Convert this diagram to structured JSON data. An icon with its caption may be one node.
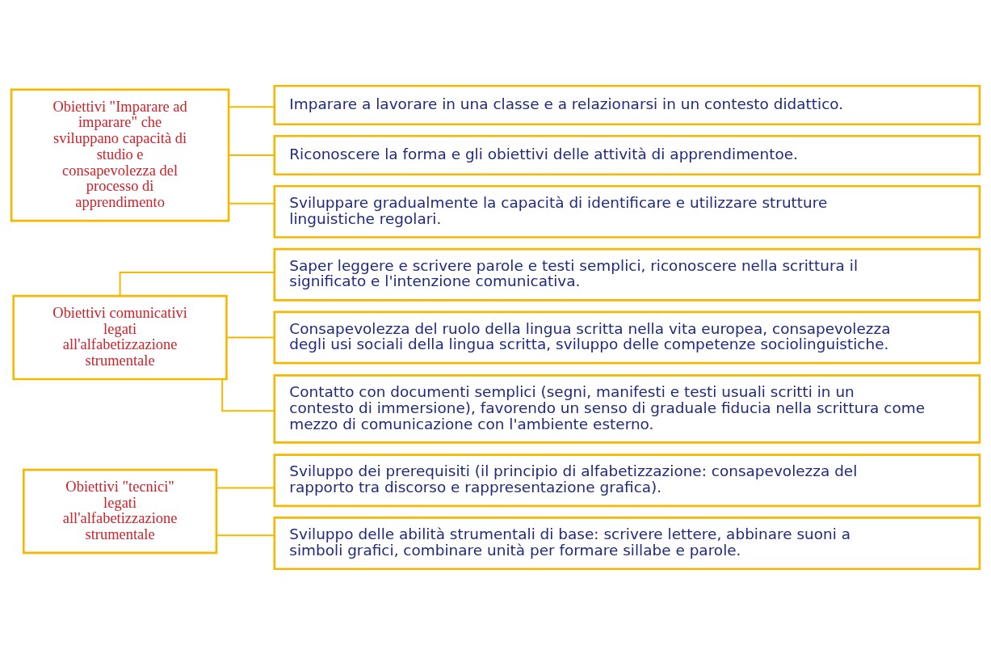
{
  "diagram": {
    "nodes": [
      {
        "text": [
          "Obiettivi \"tecnici\" legati all'alfabetizzazione strumentale"
        ]
      },
      {
        "text": [
          "Sviluppo dei prerequisiti (il principio di alfabetizzazione: consapevolezza del rapporto tra discorso e rappresentazione grafica)."
        ]
      },
      {
        "text": [
          "Sviluppo delle abilità strumentali di base: scrivere lettere, abbinare suoni a simboli grafici, combinare unità per formare sillabe e parole."
        ]
      },
      {
        "text": [
          "Obiettivi comunicativi legati all'alfabetizzazione strumentale"
        ]
      },
      {
        "text": [
          "Saper leggere e scrivere parole e testi semplici, riconoscere nella scrittura il significato e l'intenzione comunicativa."
        ]
      },
      {
        "text": [
          "Consapevolezza del ruolo della lingua scritta nella vita europea, consapevolezza degli usi sociali della lingua scritta, sviluppo delle competenze sociolinguistiche."
        ]
      },
      {
        "text": [
          "Contatto con documenti semplici (segni, manifesti e testi usuali scritti in un contesto di immersione), favorendo un senso di graduale fiducia nella scrittura come mezzo di comunicazione con l'ambiente esterno."
        ]
      },
      {
        "text": [
          "Obiettivi \"Imparare ad imparare\" che sviluppano capacità di studio e consapevolezza del processo di apprendimento"
        ]
      },
      {
        "text": [
          "Imparare a lavorare in una classe e a relazionarsi in un contesto didattico."
        ]
      },
      {
        "text": [
          "Riconoscere la forma e gli obiettivi delle attività di apprendimentoe."
        ]
      },
      {
        "text": [
          "Sviluppare gradualmente la capacità di identificare e utilizzare strutture linguistiche regolari."
        ]
      }
    ],
    "edges": [
      {
        "from": 0,
        "to": 1,
        "arrow": "none"
      },
      {
        "from": 0,
        "to": 2,
        "arrow": "none"
      },
      {
        "from": 3,
        "to": 4,
        "arrow": "none"
      },
      {
        "from": 3,
        "to": 5,
        "arrow": "none"
      },
      {
        "from": 3,
        "to": 6,
        "arrow": "none"
      },
      {
        "from": 7,
        "to": 8,
        "arrow": "none"
      },
      {
        "from": 7,
        "to": 9,
        "arrow": "none"
      },
      {
        "from": 7,
        "to": 10,
        "arrow": "none"
      }
    ]
  }
}
